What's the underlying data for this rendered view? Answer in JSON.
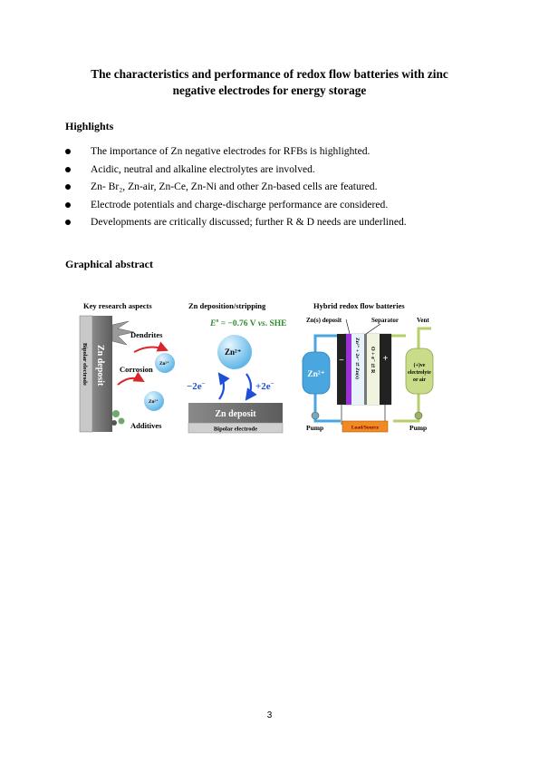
{
  "paper": {
    "title_line1": "The characteristics and performance of redox flow batteries with zinc",
    "title_line2": "negative electrodes for energy storage",
    "highlights_heading": "Highlights",
    "highlights": [
      "The importance of Zn negative electrodes for RFBs is highlighted.",
      "Acidic, neutral and alkaline electrolytes are involved.",
      "Zn- Br₂, Zn-air, Zn-Ce, Zn-Ni and other Zn-based cells are featured.",
      "Electrode potentials and charge-discharge performance are considered.",
      "Developments are critically discussed; further R & D needs are underlined."
    ],
    "graphical_abstract_heading": "Graphical abstract",
    "page_number": "3"
  },
  "graphic": {
    "panel1": {
      "title": "Key research aspects",
      "dendrites": "Dendrites",
      "corrosion": "Corrosion",
      "additives": "Additives",
      "deposit": "Zn deposit",
      "electrode": "Bipolar electrode",
      "ion": "Zn²⁺"
    },
    "panel2": {
      "title": "Zn deposition/stripping",
      "potential_e": "E",
      "potential_o": "o",
      "potential_value": " = −0.76 V ",
      "potential_vs": "vs",
      "potential_she": ". SHE",
      "ion": "Zn²⁺",
      "minus_2e": "−2e",
      "plus_2e": "+2e",
      "electron_sup": "−",
      "deposit": "Zn deposit",
      "electrode": "Bipolar electrode"
    },
    "panel3": {
      "title": "Hybrid redox flow batteries",
      "zn_deposit": "Zn(s) deposit",
      "separator": "Separator",
      "vent": "Vent",
      "tank_left": "Zn²⁺",
      "tank_right_1": "(+)ve",
      "tank_right_2": "electrolyte",
      "tank_right_3": "or air",
      "minus": "−",
      "plus": "+",
      "reaction_neg": "Zn²⁺ + 2e⁻ ⇄ Zn(s)",
      "reaction_pos": "O + e⁻ ⇄ R",
      "pump_left": "Pump",
      "pump_right": "Pump",
      "load": "Load/Source"
    },
    "colors": {
      "ion_blue": "#5fb6e6",
      "tank_blue": "#4aa6df",
      "tank_green": "#c8dc8a",
      "potential_green": "#2d8a2d",
      "electron_blue": "#1f4fd6",
      "arrow_red": "#d8262a",
      "deposit_grey": "#6e6e6e",
      "electrode_grey": "#bdbdbd",
      "separator_purple": "#9b2fd8",
      "load_orange": "#f08a24"
    }
  }
}
